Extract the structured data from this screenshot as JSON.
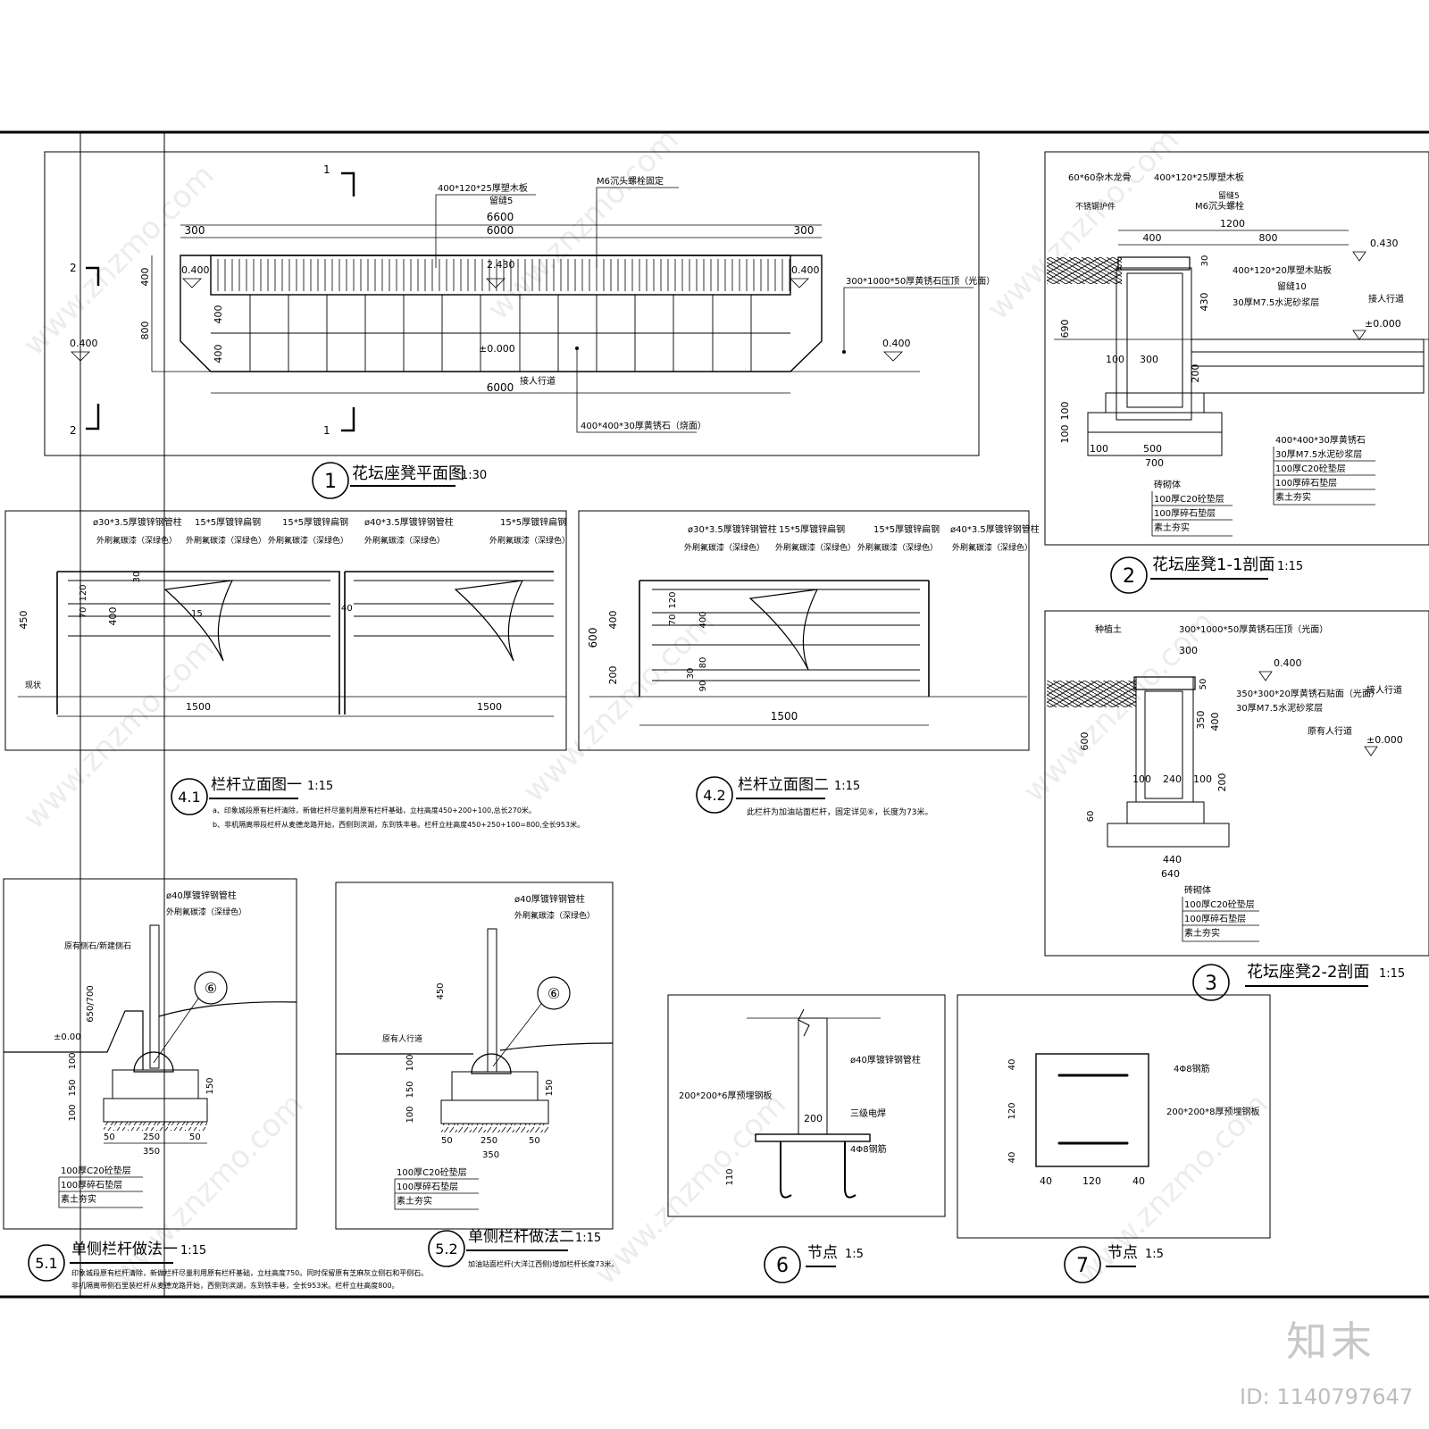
{
  "watermark": {
    "site": "www.znzmo.com",
    "brand": "知末",
    "image_id": "ID: 1140797647"
  },
  "plan": {
    "title": "花坛座凳平面图",
    "scale": "1:30",
    "number": "1",
    "callouts": [
      "400*120*25厚塑木板",
      "M6沉头螺栓固定",
      "留缝5",
      "300*1000*50厚黄锈石压顶（光面）",
      "400*400*30厚黄锈石（烧面）",
      "接人行道"
    ],
    "dims": {
      "total": "6600",
      "middle": "6000",
      "side": "300",
      "bottom": "6000",
      "depth1": "400",
      "depth2": "800",
      "row1": "400",
      "row2": "400"
    },
    "levels": {
      "top": "0.400",
      "mid": "2.430",
      "zero": "±0.000"
    },
    "section_marks": {
      "s1": "1",
      "s2": "2"
    }
  },
  "section11": {
    "title": "花坛座凳1-1剖面",
    "scale": "1:15",
    "number": "2",
    "callouts": [
      "60*60杂木龙骨",
      "400*120*25厚塑木板",
      "不锈钢护件",
      "留缝5",
      "M6沉头螺栓",
      "400*120*20厚塑木贴板",
      "留缝10",
      "30厚M7.5水泥砂浆层",
      "接人行道",
      "400*400*30厚黄锈石",
      "30厚M7.5水泥砂浆层",
      "100厚C20砼垫层",
      "100厚碎石垫层",
      "素土夯实",
      "砖砌体",
      "100厚C20砼垫层",
      "100厚碎石垫层",
      "素土夯实"
    ],
    "dims": {
      "w1200": "1200",
      "w400": "400",
      "w800": "800",
      "h690": "690",
      "h430": "430",
      "h30": "30",
      "w100": "100",
      "w300": "300",
      "h200": "200",
      "w500": "500",
      "w700": "700",
      "h100a": "100",
      "h100b": "100",
      "w100b": "100"
    },
    "levels": {
      "top": "0.430",
      "zero": "±0.000"
    }
  },
  "section22": {
    "title": "花坛座凳2-2剖面",
    "scale": "1:15",
    "number": "3",
    "callouts": [
      "种植土",
      "300*1000*50厚黄锈石压顶（光面）",
      "350*300*20厚黄锈石贴面（光面）",
      "30厚M7.5水泥砂浆层",
      "接人行道",
      "原有人行道",
      "砖砌体",
      "100厚C20砼垫层",
      "100厚碎石垫层",
      "素土夯实"
    ],
    "dims": {
      "w300": "300",
      "h600": "600",
      "h350": "350",
      "h400": "400",
      "h200": "200",
      "w240": "240",
      "w100a": "100",
      "w100b": "100",
      "w440": "440",
      "w640": "640",
      "h60": "60",
      "h50": "50"
    },
    "levels": {
      "top": "0.400",
      "zero": "±0.000"
    }
  },
  "rail41": {
    "title": "栏杆立面图一",
    "scale": "1:15",
    "number": "4.1",
    "callouts": [
      "ø30*3.5厚镀锌钢管柱",
      "15*5厚镀锌扁钢",
      "15*5厚镀锌扁钢",
      "ø40*3.5厚镀锌钢管柱",
      "15*5厚镀锌扁钢",
      "外刷氟碳漆（深绿色）"
    ],
    "dims": {
      "h450": "450",
      "w1500a": "1500",
      "w1500b": "1500",
      "h400": "400",
      "h120": "120",
      "h70": "70",
      "h15": "15",
      "h30": "30",
      "h40": "40"
    },
    "note_a": "a、印象城段原有栏杆清除，新做栏杆尽量利用原有栏杆基础，立柱高度450+200+100,总长270米。",
    "note_b": "b、非机隔离带段栏杆从麦德龙路开始，西侧到滨湖，东到铁丰巷。栏杆立柱高度450+250+100=800,全长953米。",
    "ground": "现状"
  },
  "rail42": {
    "title": "栏杆立面图二",
    "scale": "1:15",
    "number": "4.2",
    "callouts": [
      "ø30*3.5厚镀锌钢管柱",
      "15*5厚镀锌扁钢",
      "15*5厚镀锌扁钢",
      "ø40*3.5厚镀锌钢管柱",
      "外刷氟碳漆（深绿色）"
    ],
    "dims": {
      "h600": "600",
      "h400": "400",
      "h200": "200",
      "w1500": "1500",
      "h120": "120",
      "h70": "70",
      "h80": "80",
      "h90": "90",
      "h30": "30"
    },
    "note": "此栏杆为加油站面栏杆，固定详见⑥，长度为73米。"
  },
  "method51": {
    "title": "单侧栏杆做法一",
    "scale": "1:15",
    "number": "5.1",
    "callouts": [
      "ø40厚镀锌钢管柱",
      "外刷氟碳漆（深绿色）",
      "原有侧石/新建侧石",
      "100厚C20砼垫层",
      "100厚碎石垫层",
      "素土夯实"
    ],
    "dims": {
      "h650": "650/700",
      "h100": "100",
      "h150": "150",
      "h150b": "150",
      "h100b": "100",
      "w50a": "50",
      "w250": "250",
      "w50b": "50",
      "w350": "350"
    },
    "level": "±0.00",
    "detail_ref": "⑥",
    "note_a": "印象城段原有栏杆清除，新做栏杆尽量利用原有栏杆基础，立柱高度750。同时保留原有芝麻灰立侧石和平侧石。",
    "note_b": "非机隔离带侧石里装栏杆从麦德龙路开始，西侧到滨湖，东到铁丰巷，全长953米。栏杆立柱高度800。"
  },
  "method52": {
    "title": "单侧栏杆做法二",
    "scale": "1:15",
    "number": "5.2",
    "callouts": [
      "ø40厚镀锌钢管柱",
      "外刷氟碳漆（深绿色）",
      "原有人行道",
      "100厚C20砼垫层",
      "100厚碎石垫层",
      "素土夯实"
    ],
    "dims": {
      "h450": "450",
      "h100": "100",
      "h150": "150",
      "h150b": "150",
      "h100b": "100",
      "w50a": "50",
      "w250": "250",
      "w50b": "50",
      "w350": "350"
    },
    "detail_ref": "⑥",
    "note": "加油站面栏杆(大洋江西侧)增加栏杆长度73米。"
  },
  "node6": {
    "title": "节点",
    "scale": "1:5",
    "number": "6",
    "callouts": [
      "ø40厚镀锌钢管柱",
      "200*200*6厚预埋钢板",
      "三级电焊",
      "4Φ8钢筋"
    ],
    "dims": {
      "w200": "200",
      "h110": "110"
    }
  },
  "node7": {
    "title": "节点",
    "scale": "1:5",
    "number": "7",
    "callouts": [
      "4Φ8钢筋",
      "200*200*8厚预埋钢板"
    ],
    "dims": {
      "h40a": "40",
      "h120": "120",
      "h40b": "40",
      "w40a": "40",
      "w120": "120",
      "w40b": "40"
    }
  }
}
